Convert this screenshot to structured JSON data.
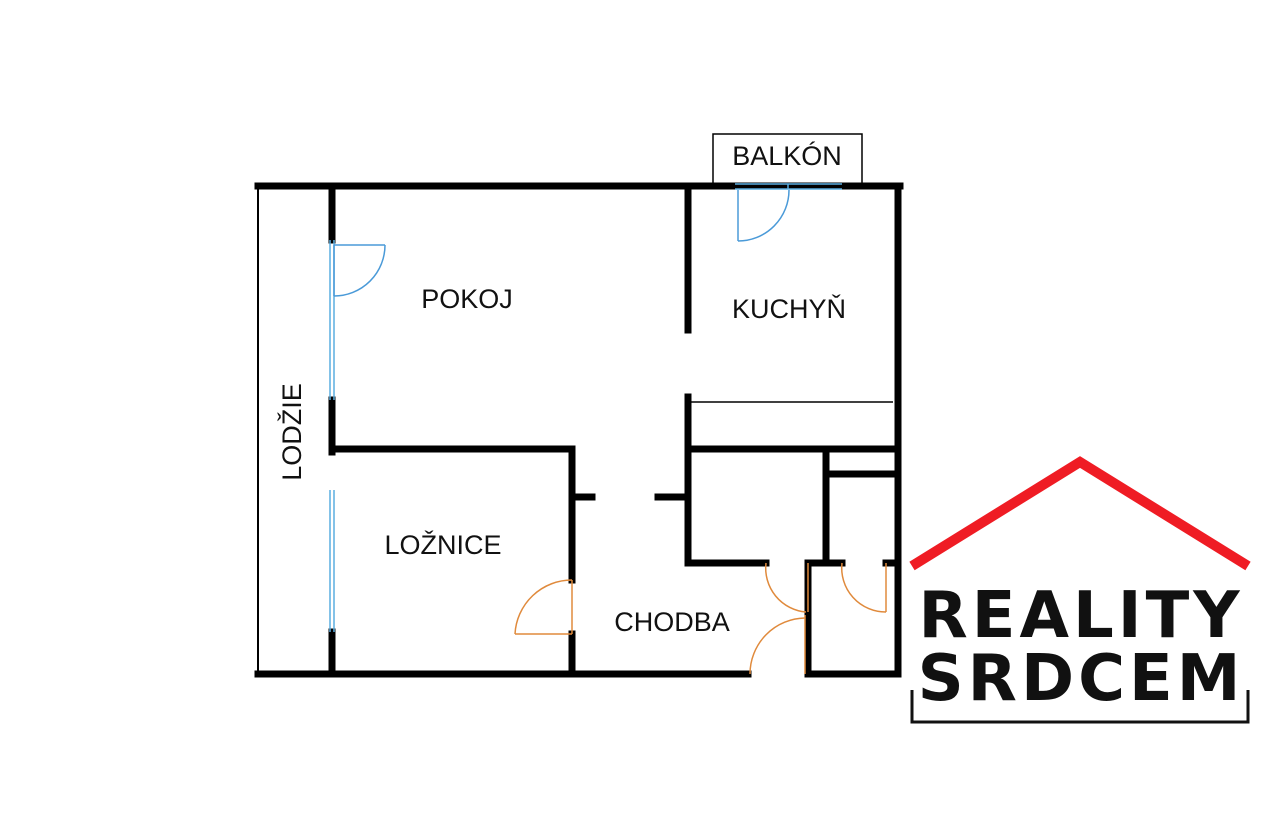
{
  "floorplan": {
    "rooms": {
      "balkon": "BALKÓN",
      "pokoj": "POKOJ",
      "kuchyn": "KUCHYŇ",
      "lodzie": "LODŽIE",
      "loznice": "LOŽNICE",
      "chodba": "CHODBA"
    },
    "colors": {
      "wall": "#000000",
      "window": "#5aaee0",
      "door_blue": "#4a9ad8",
      "door_orange": "#e08a3c"
    }
  },
  "logo": {
    "line1": "REALITY",
    "line2": "SRDCEM",
    "roof_color": "#ef1c24",
    "text_color": "#111111"
  }
}
